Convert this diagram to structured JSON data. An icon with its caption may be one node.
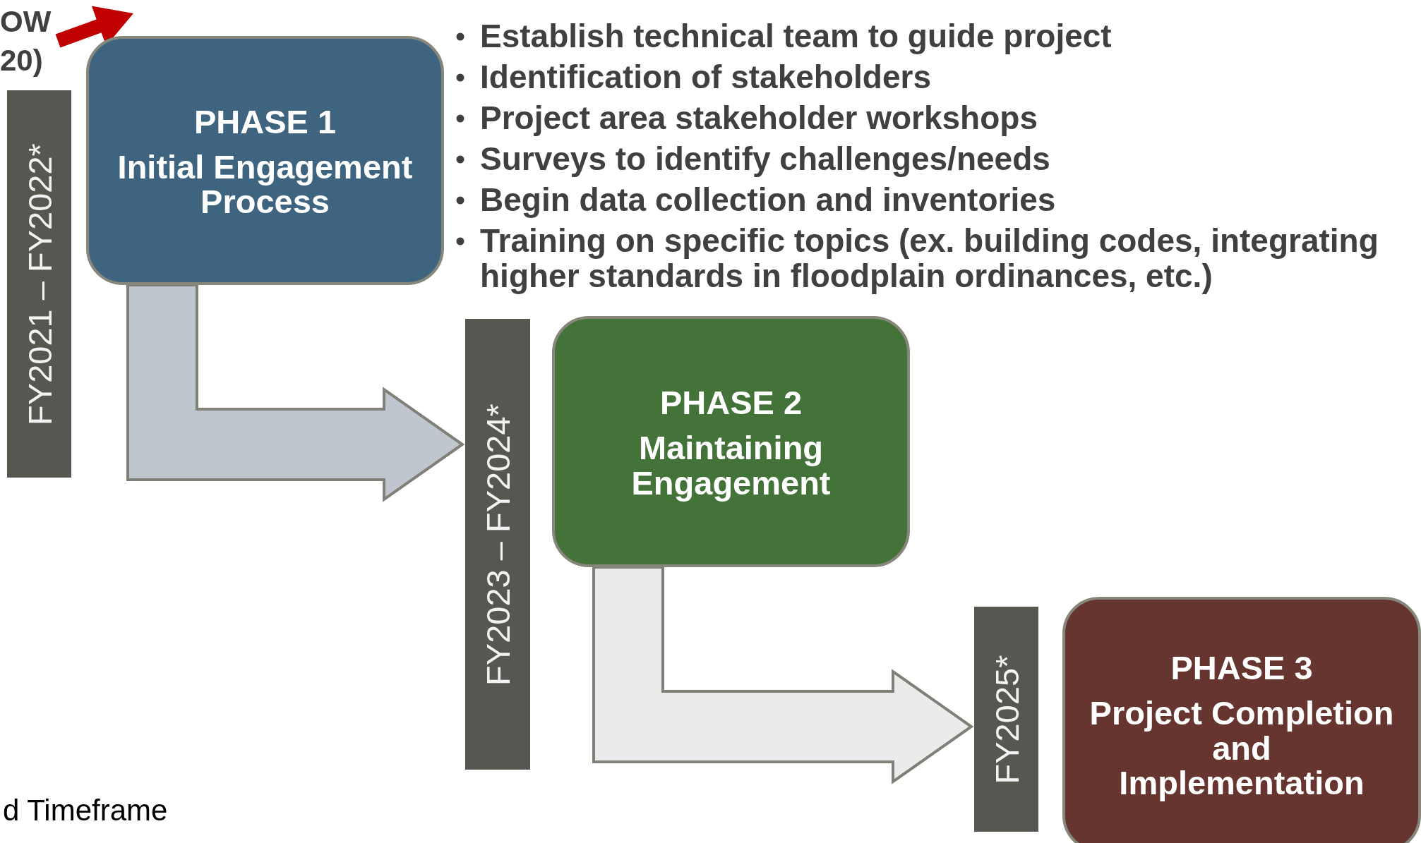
{
  "diagram": {
    "nodes": [
      {
        "text": [
          "OW 20)"
        ]
      },
      {
        "text": [
          "FY2021 – FY2022*"
        ]
      },
      {
        "text": [
          "PHASE 1",
          "Initial Engagement Process"
        ]
      },
      {
        "text": [
          "FY2023 – FY2024*"
        ]
      },
      {
        "text": [
          "PHASE 2",
          "Maintaining Engagement"
        ]
      },
      {
        "text": [
          "FY2025*"
        ]
      },
      {
        "text": [
          "PHASE 3",
          "Project Completion and Implementation"
        ]
      }
    ],
    "edges": [
      {
        "from": 0,
        "to": null,
        "arrow": "to",
        "style": "thick",
        "color": "#c00000"
      },
      {
        "from": 2,
        "to": 3,
        "arrow": "to",
        "style": "thick",
        "color": "#bfc6cd"
      },
      {
        "from": 4,
        "to": 5,
        "arrow": "to",
        "style": "thick",
        "color": "#ebebeb"
      }
    ],
    "labels": [
      "Establish technical team to guide project",
      "Identification of stakeholders",
      "Project area stakeholder workshops",
      "Surveys to identify challenges/needs",
      "Begin data collection and inventories",
      "Training on specific topics (ex. building codes, integrating higher standards in floodplain ordinances, etc.)",
      "d Timeframe"
    ]
  }
}
